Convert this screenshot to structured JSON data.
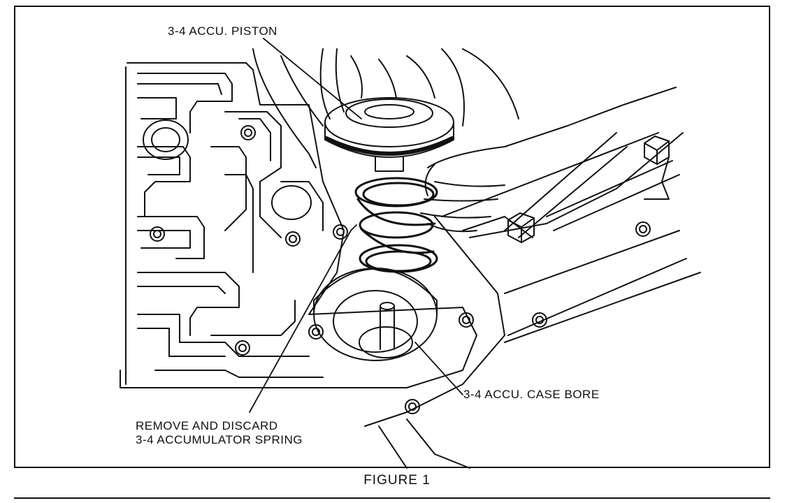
{
  "figure": {
    "caption": "FIGURE 1",
    "labels": {
      "piston": "3-4 ACCU. PISTON",
      "case_bore": "3-4 ACCU. CASE BORE",
      "spring_line1": "REMOVE AND DISCARD",
      "spring_line2": "3-4 ACCUMULATOR SPRING"
    }
  },
  "colors": {
    "ink": "#111111",
    "paper": "#ffffff"
  }
}
